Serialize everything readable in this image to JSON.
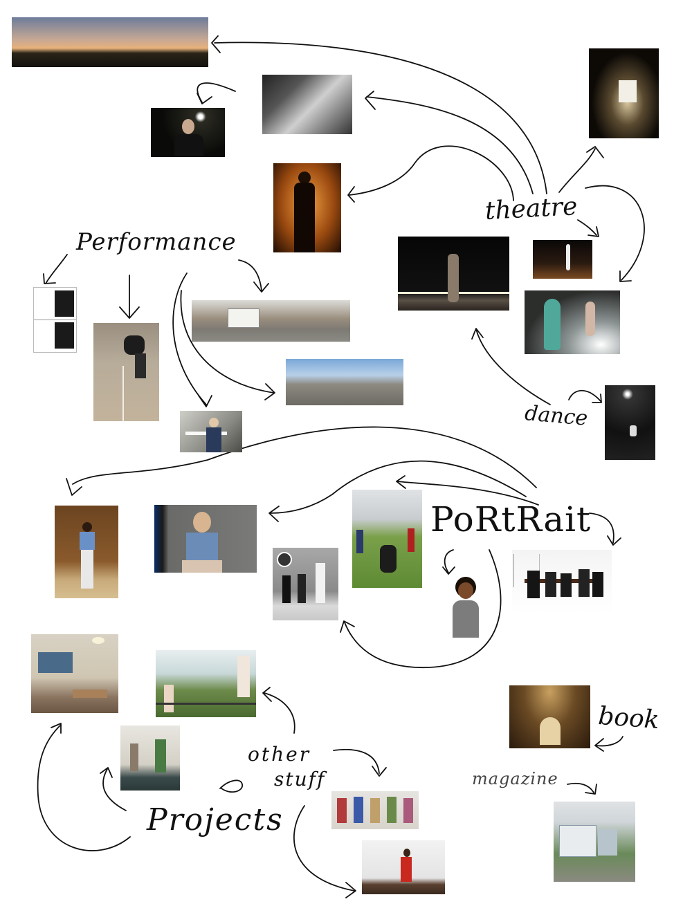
{
  "labels": {
    "theatre": "theatre",
    "performance": "Performance",
    "dance": "dance",
    "portrait": "PoRtRait",
    "projects": "Projects",
    "other_stuff_1": "other",
    "other_stuff_2": "stuff",
    "book": "book",
    "magazine": "magazine"
  }
}
